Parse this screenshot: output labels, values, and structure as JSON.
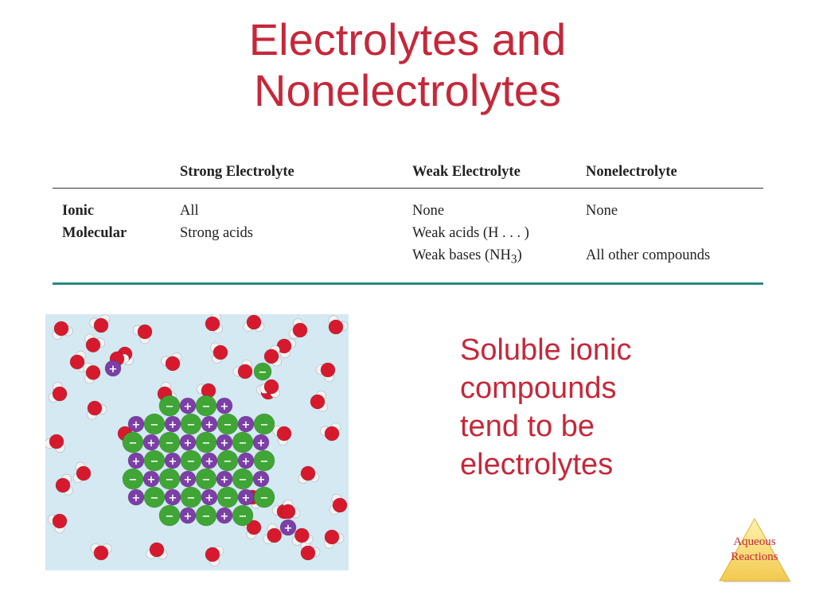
{
  "title": {
    "line1": "Electrolytes and",
    "line2": "Nonelectrolytes"
  },
  "table": {
    "headers": [
      "",
      "Strong Electrolyte",
      "Weak Electrolyte",
      "Nonelectrolyte"
    ],
    "rows": [
      [
        "Ionic",
        "All",
        "None",
        "None"
      ],
      [
        "Molecular",
        "Strong acids",
        "Weak acids (H . . . )",
        ""
      ],
      [
        "",
        "",
        "Weak bases (NH",
        "All other compounds"
      ]
    ],
    "nh3_subscript": "3",
    "nh3_close": ")"
  },
  "caption": {
    "line1": "Soluble ionic",
    "line2": "compounds",
    "line3": "tend to be",
    "line4": "electrolytes"
  },
  "badge": {
    "line1": "Aqueous",
    "line2": "Reactions"
  },
  "ion_labels": {
    "positive": "+",
    "negative": "−"
  },
  "colors": {
    "title": "#c5283a",
    "table_rule": "#2a8a7e",
    "water_oxygen": "#d7192e",
    "water_hydrogen": "#f2f2f2",
    "cation": "#7b3fa6",
    "anion": "#3fa635",
    "background_solution": "#d5e9f3"
  }
}
